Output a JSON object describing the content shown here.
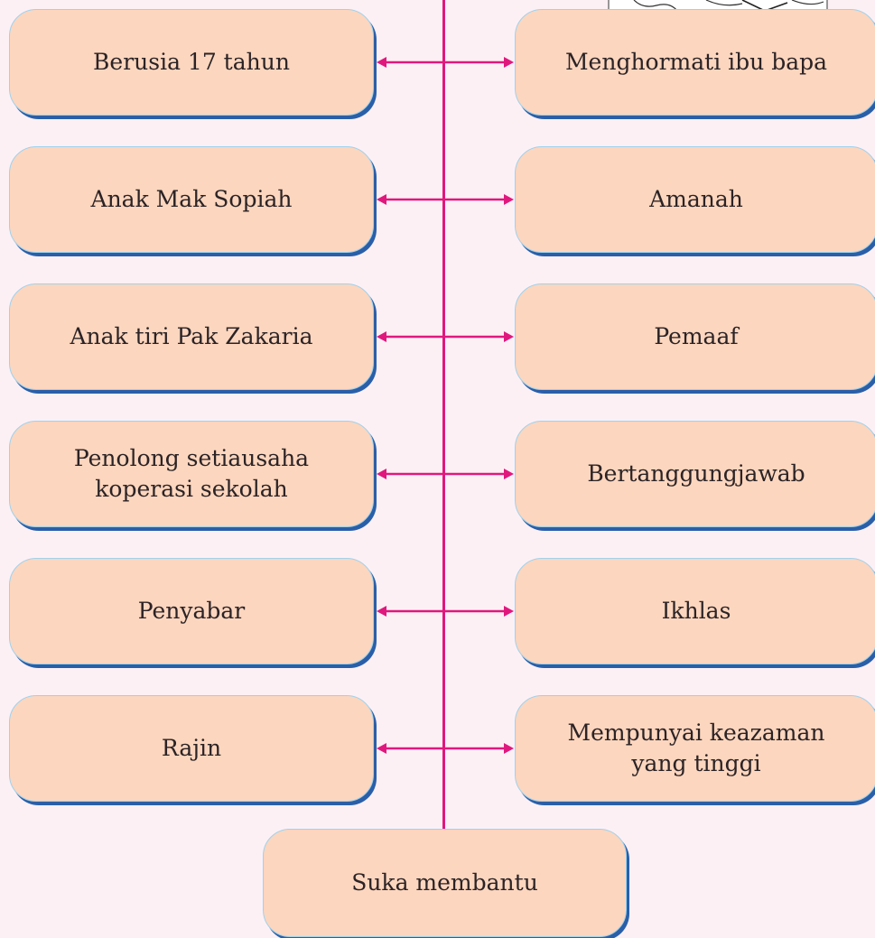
{
  "colors": {
    "page_background": "#fdf0f5",
    "box_fill": "#fcd6be",
    "box_border": "#9fd2ec",
    "box_shadow": "#2a5fa8",
    "connector": "#e0187e"
  },
  "left_items": [
    "Berusia 17 tahun",
    "Anak Mak Sopiah",
    "Anak tiri Pak Zakaria",
    "Penolong setiausaha\nkoperasi sekolah",
    "Penyabar",
    "Rajin"
  ],
  "right_items": [
    "Menghormati ibu bapa",
    "Amanah",
    "Pemaaf",
    "Bertanggungjawab",
    "Ikhlas",
    "Mempunyai keazaman\nyang tinggi"
  ],
  "bottom_item": "Suka membantu"
}
